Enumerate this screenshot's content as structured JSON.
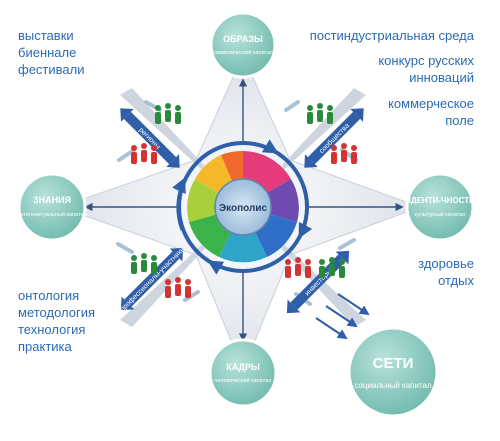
{
  "top_left": [
    "выставки",
    "биеннале",
    "фестивали"
  ],
  "top_right": [
    "постиндустриальная среда",
    "конкурс русских инноваций",
    "коммерческое поле"
  ],
  "right_mid": [
    "здоровье",
    "отдых"
  ],
  "bottom_left": [
    "онтология",
    "методология",
    "технология",
    "практика"
  ],
  "center": {
    "label": "Экополис"
  },
  "nodes": {
    "top": {
      "title": "ОБРАЗЫ",
      "subtitle": "символический капитал"
    },
    "left": {
      "title": "ЗНАНИЯ",
      "subtitle": "интеллектуальный капитал"
    },
    "right": {
      "title": "ИДЕНТИ-ЧНОСТЬ",
      "subtitle": "культурный капитал"
    },
    "bottom": {
      "title": "КАДРЫ",
      "subtitle": "человеческий капитал"
    },
    "big": {
      "title": "СЕТИ",
      "subtitle": "социальный капитал"
    }
  },
  "links": {
    "top_left": "регионы",
    "top_right": "сообщества",
    "bottom_left": "профессионалы-участники",
    "bottom_right": "инвесторы"
  },
  "colors": {
    "node_fill": "#8ecdc2",
    "node_stroke": "#ffffff",
    "text_blue": "#2a6bb5",
    "arrow_blue": "#2e5fa8",
    "axis_dark": "#37527e",
    "people_green": "#2a8a3c",
    "people_red": "#d23333"
  }
}
